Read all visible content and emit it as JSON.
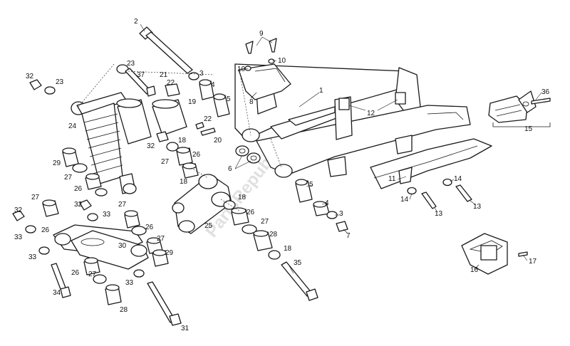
{
  "watermark": "PartsRepublik",
  "callouts": [
    {
      "id": "c2",
      "label": "2"
    },
    {
      "id": "c9",
      "label": "9"
    },
    {
      "id": "c10a",
      "label": "10"
    },
    {
      "id": "c10b",
      "label": "10"
    },
    {
      "id": "c8",
      "label": "8"
    },
    {
      "id": "c1",
      "label": "1"
    },
    {
      "id": "c12",
      "label": "12"
    },
    {
      "id": "c36",
      "label": "36"
    },
    {
      "id": "c15",
      "label": "15"
    },
    {
      "id": "c32a",
      "label": "32"
    },
    {
      "id": "c23a",
      "label": "23"
    },
    {
      "id": "c23b",
      "label": "23"
    },
    {
      "id": "c37",
      "label": "37"
    },
    {
      "id": "c21",
      "label": "21"
    },
    {
      "id": "c22a",
      "label": "22"
    },
    {
      "id": "c3a",
      "label": "3"
    },
    {
      "id": "c4a",
      "label": "4"
    },
    {
      "id": "c5a",
      "label": "5"
    },
    {
      "id": "c19",
      "label": "19"
    },
    {
      "id": "c22b",
      "label": "22"
    },
    {
      "id": "c20",
      "label": "20"
    },
    {
      "id": "c24",
      "label": "24"
    },
    {
      "id": "c32b",
      "label": "32"
    },
    {
      "id": "c18a",
      "label": "18"
    },
    {
      "id": "c26a",
      "label": "26"
    },
    {
      "id": "c27a",
      "label": "27"
    },
    {
      "id": "c6",
      "label": "6"
    },
    {
      "id": "c29a",
      "label": "29"
    },
    {
      "id": "c27b",
      "label": "27"
    },
    {
      "id": "c26b",
      "label": "26"
    },
    {
      "id": "c18b",
      "label": "18"
    },
    {
      "id": "c11",
      "label": "11"
    },
    {
      "id": "c14a",
      "label": "14"
    },
    {
      "id": "c14b",
      "label": "14"
    },
    {
      "id": "c13a",
      "label": "13"
    },
    {
      "id": "c13b",
      "label": "13"
    },
    {
      "id": "c5b",
      "label": "5"
    },
    {
      "id": "c4b",
      "label": "4"
    },
    {
      "id": "c3b",
      "label": "3"
    },
    {
      "id": "c7",
      "label": "7"
    },
    {
      "id": "c18c",
      "label": "18"
    },
    {
      "id": "c26c",
      "label": "26"
    },
    {
      "id": "c27c",
      "label": "27"
    },
    {
      "id": "c25",
      "label": "25"
    },
    {
      "id": "c28a",
      "label": "28"
    },
    {
      "id": "c18d",
      "label": "18"
    },
    {
      "id": "c35",
      "label": "35"
    },
    {
      "id": "c27d",
      "label": "27"
    },
    {
      "id": "c32c",
      "label": "32"
    },
    {
      "id": "c32d",
      "label": "32"
    },
    {
      "id": "c33a",
      "label": "33"
    },
    {
      "id": "c27e",
      "label": "27"
    },
    {
      "id": "c26d",
      "label": "26"
    },
    {
      "id": "c33b",
      "label": "33"
    },
    {
      "id": "c26e",
      "label": "26"
    },
    {
      "id": "c27f",
      "label": "27"
    },
    {
      "id": "c30",
      "label": "30"
    },
    {
      "id": "c29b",
      "label": "29"
    },
    {
      "id": "c33c",
      "label": "33"
    },
    {
      "id": "c26f",
      "label": "26"
    },
    {
      "id": "c27g",
      "label": "27"
    },
    {
      "id": "c33d",
      "label": "33"
    },
    {
      "id": "c34",
      "label": "34"
    },
    {
      "id": "c28b",
      "label": "28"
    },
    {
      "id": "c31",
      "label": "31"
    },
    {
      "id": "c16",
      "label": "16"
    },
    {
      "id": "c17",
      "label": "17"
    }
  ]
}
